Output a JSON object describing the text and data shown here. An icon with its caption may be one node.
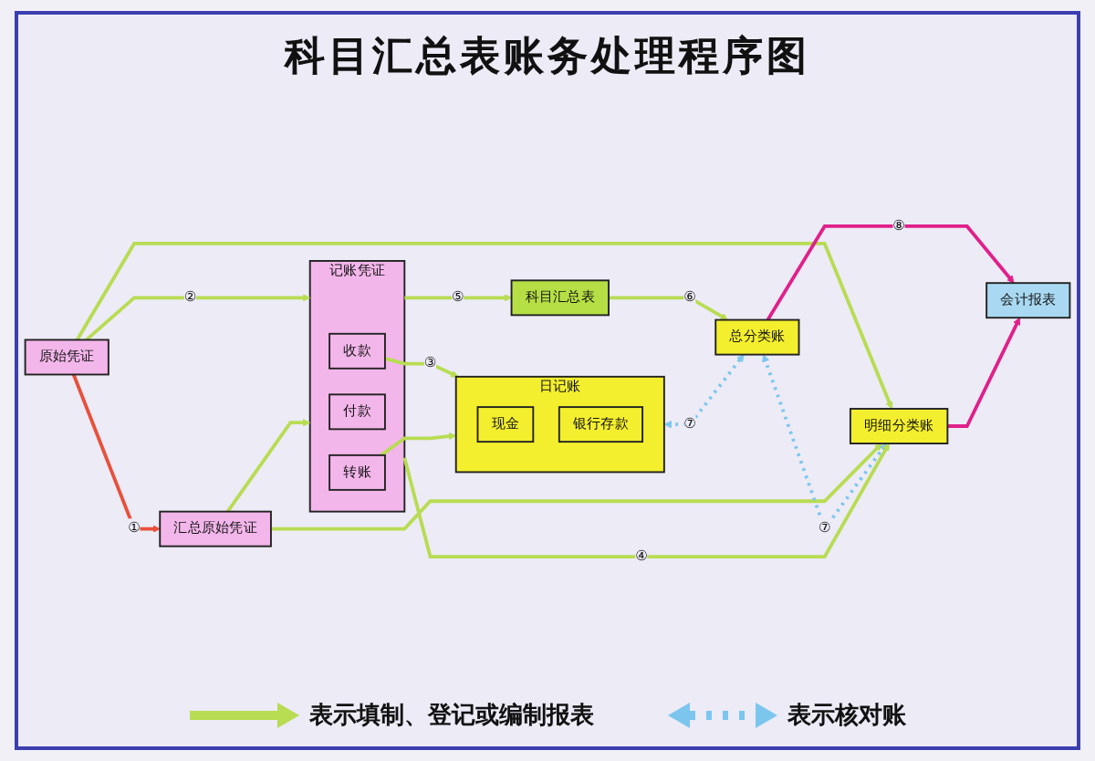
{
  "diagram": {
    "title": "科目汇总表账务处理程序图",
    "nodes": [
      {
        "text": [
          "原始凭证"
        ]
      },
      {
        "text": [
          "汇总原始凭证"
        ]
      },
      {
        "text": [
          "记账凭证"
        ]
      },
      {
        "text": [
          "收款"
        ],
        "in": 2
      },
      {
        "text": [
          "付款"
        ],
        "in": 2
      },
      {
        "text": [
          "转账"
        ],
        "in": 2
      },
      {
        "text": [
          "日记账"
        ]
      },
      {
        "text": [
          "现金"
        ],
        "in": 6
      },
      {
        "text": [
          "银行存款"
        ],
        "in": 6
      },
      {
        "text": [
          "科目汇总表"
        ]
      },
      {
        "text": [
          "总分类账"
        ]
      },
      {
        "text": [
          "明细分类账"
        ]
      },
      {
        "text": [
          "会计报表"
        ]
      }
    ],
    "edges": [
      {
        "from": 0,
        "to": 1,
        "arrow": "to",
        "label": "①",
        "color": "#e8503a"
      },
      {
        "from": 0,
        "to": 2,
        "arrow": "to",
        "label": "②"
      },
      {
        "from": 1,
        "to": 2,
        "arrow": "to"
      },
      {
        "from": 3,
        "to": 6,
        "arrow": "to",
        "label": "③"
      },
      {
        "from": 5,
        "to": 6,
        "arrow": "to"
      },
      {
        "from": 0,
        "to": 11,
        "arrow": "to"
      },
      {
        "from": 1,
        "to": 11,
        "arrow": "to"
      },
      {
        "from": 2,
        "to": 11,
        "arrow": "to",
        "label": "④"
      },
      {
        "from": 2,
        "to": 9,
        "arrow": "to",
        "label": "⑤"
      },
      {
        "from": 9,
        "to": 10,
        "arrow": "to",
        "label": "⑥"
      },
      {
        "from": 6,
        "to": 10,
        "arrow": "both",
        "label": "⑦",
        "style": "dashed",
        "color": "#7cc6ee"
      },
      {
        "from": 10,
        "to": 11,
        "arrow": "both",
        "label": "⑦",
        "style": "dashed",
        "color": "#7cc6ee"
      },
      {
        "from": 10,
        "to": 12,
        "arrow": "to",
        "label": "⑧",
        "color": "#e0208a"
      },
      {
        "from": 11,
        "to": 12,
        "arrow": "to",
        "color": "#e0208a"
      }
    ],
    "legend": [
      {
        "text": "表示填制、登记或编制报表"
      },
      {
        "text": "表示核对账"
      }
    ]
  }
}
